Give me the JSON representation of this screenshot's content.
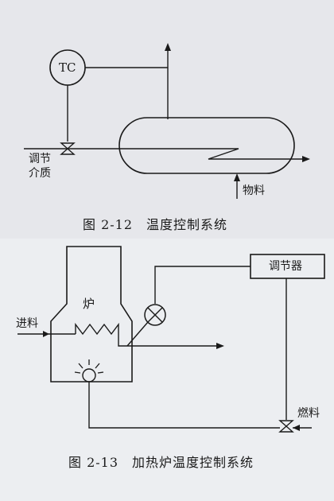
{
  "figure1": {
    "caption": "图 2-12　温度控制系统",
    "controller_label": "TC",
    "valve_label_line1": "调节",
    "valve_label_line2": "介质",
    "material_label": "物料"
  },
  "figure2": {
    "caption": "图 2-13　加热炉温度控制系统",
    "regulator_label": "调节器",
    "furnace_label": "炉",
    "feed_label": "进料",
    "fuel_label": "燃料"
  }
}
